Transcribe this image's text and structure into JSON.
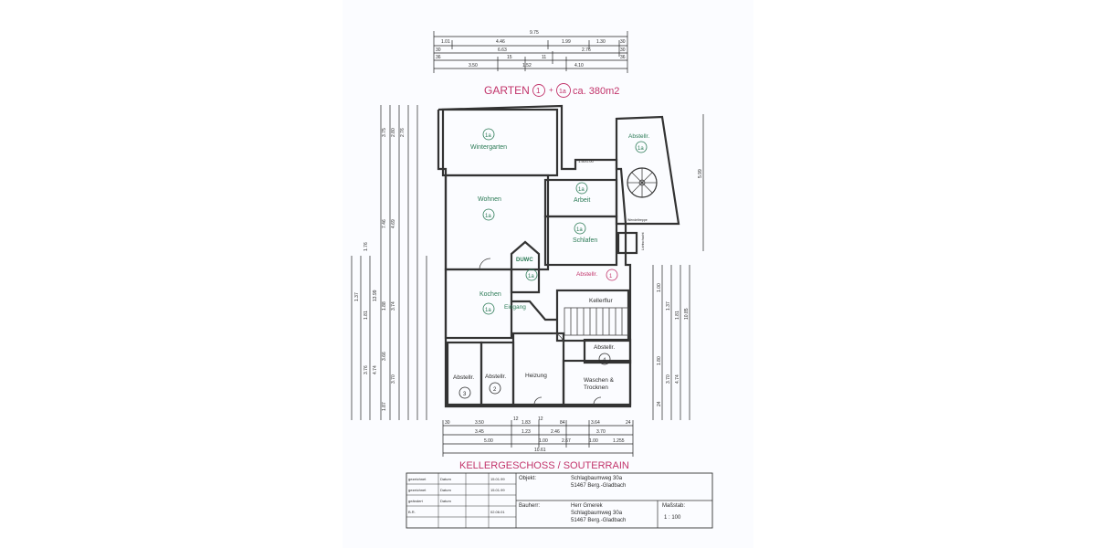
{
  "garden": {
    "label": "GARTEN",
    "num1": "1",
    "plus": "+",
    "num2": "1a",
    "area": "ca. 380m2"
  },
  "top_dims": {
    "row1": [
      "9.75"
    ],
    "row2": [
      "1.01",
      "4.46",
      "1.99",
      "1.30",
      "30"
    ],
    "row3": [
      "30",
      "6.63",
      "2.76",
      "30"
    ],
    "row4": [
      "36",
      "15",
      "11",
      "36"
    ],
    "row5": [
      "3.50",
      "1.52",
      "4.10"
    ]
  },
  "rooms": [
    {
      "name": "Wintergarten",
      "unit": "1a"
    },
    {
      "name": "Abstellr.",
      "unit": "1a"
    },
    {
      "name": "Wohnen",
      "unit": "1a"
    },
    {
      "name": "Arbeit",
      "unit": "1a"
    },
    {
      "name": "Schlafen",
      "unit": "1a"
    },
    {
      "name": "DUWC",
      "unit": "1a"
    },
    {
      "name": "Abstellr.",
      "unit": "1"
    },
    {
      "name": "Kochen",
      "unit": "1a"
    },
    {
      "name": "Eingang",
      "unit": ""
    },
    {
      "name": "Kellerflur",
      "unit": ""
    },
    {
      "name": "Abstellr.",
      "unit": "4"
    },
    {
      "name": "Abstellr.",
      "unit": "3"
    },
    {
      "name": "Abstellr.",
      "unit": "2"
    },
    {
      "name": "Heizung",
      "unit": ""
    },
    {
      "name": "Waschen &",
      "unit": ""
    },
    {
      "name": "Trocknen",
      "unit": ""
    }
  ],
  "misc_labels": {
    "door_dim": "1.50/1.00",
    "stair_note": "Wendeltreppe",
    "right_outer_dim": "5.99",
    "side_note": "Lichtschacht"
  },
  "bottom_dims": {
    "row1": [
      "30",
      "3.50",
      "12",
      "1.83",
      "12",
      "84",
      "3.64",
      "24"
    ],
    "row2": [
      "3.45",
      "1.23",
      "2.46",
      "3.70"
    ],
    "row3": [
      "5.00",
      "1.00",
      "2.67",
      "1.00",
      "1.255"
    ],
    "row4": [
      "10.61"
    ]
  },
  "drawing_title": "KELLERGESCHOSS / SOUTERRAIN",
  "title_block": {
    "rows": [
      [
        "gezeichnet",
        "Datum",
        "",
        "15.01.99"
      ],
      [
        "gezeichnet",
        "Datum",
        "",
        "15.01.99"
      ],
      [
        "geändert",
        "Datum",
        "",
        ""
      ],
      [
        "B.R.",
        "",
        "",
        "02.06.01"
      ]
    ],
    "objekt_label": "Objekt:",
    "objekt_line1": "Schlagbaumweg 30a",
    "objekt_line2": "51467 Berg.-Gladbach",
    "bauherr_label": "Bauherr:",
    "bauherr_line1": "Herr Gmerek",
    "bauherr_line2": "Schlagbaumweg 30a",
    "bauherr_line3": "51467 Berg.-Gladbach",
    "scale_label": "Maßstab:",
    "scale_value": "1 : 100"
  }
}
